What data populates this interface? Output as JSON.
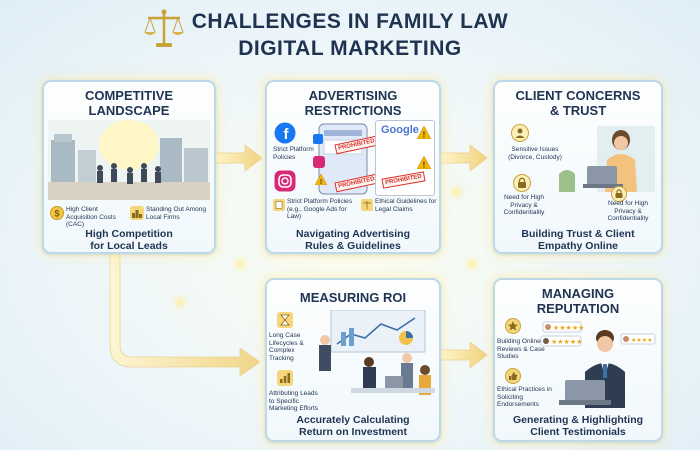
{
  "title": {
    "line1": "CHALLENGES IN FAMILY LAW",
    "line2": "DIGITAL MARKETING"
  },
  "colors": {
    "title": "#1e3350",
    "card_border": "#bcd9ea",
    "arrow": "#f3d68a",
    "facebook": "#1877f2",
    "instagram": "#d62976",
    "google_warning": "#f2b705",
    "prohibited": "#d9322b"
  },
  "cards": [
    {
      "title_line1": "COMPETITIVE",
      "title_line2": "LANDSCAPE",
      "icons": [
        {
          "icon": "dollar-coin-icon",
          "label": "High Client Acquisition Costs (CAC)"
        },
        {
          "icon": "podium-icon",
          "label": "Standing Out Among Local Firms"
        }
      ],
      "caption_line1": "High Competition",
      "caption_line2": "for Local Leads"
    },
    {
      "title_line1": "ADVERTISING",
      "title_line2": "RESTRICTIONS",
      "icons": [
        {
          "icon": "facebook-icon",
          "label": "Strict Platform Policies"
        },
        {
          "icon": "instagram-icon",
          "label": ""
        },
        {
          "icon": "policy-icon",
          "label": "Strict Platform Policies (e.g., Google Ads for Law)"
        },
        {
          "icon": "scale-doc-icon",
          "label": "Ethical Guidelines for Legal Claims"
        }
      ],
      "google": "Google",
      "stamp1": "PROHIBITED",
      "stamp2": "PROHIBITED",
      "stamp3": "PROHIBITED",
      "caption_line1": "Navigating Advertising",
      "caption_line2": "Rules & Guidelines"
    },
    {
      "title_line1": "CLIENT CONCERNS",
      "title_line2": "& TRUST",
      "icons": [
        {
          "icon": "shield-person-icon",
          "label": "Sensitive Issues (Divorce, Custody)"
        },
        {
          "icon": "padlock-icon",
          "label": "Need for High Privacy & Confidentiality"
        },
        {
          "icon": "padlock-icon",
          "label": "Need for High Privacy & Confidentiality"
        }
      ],
      "caption_line1": "Building Trust & Client",
      "caption_line2": "Empathy Online"
    },
    {
      "title_line1": "MEASURING ROI",
      "title_line2": "",
      "icons": [
        {
          "icon": "hourglass-icon",
          "label": "Long Case Lifecycles & Complex Tracking"
        },
        {
          "icon": "bar-chart-icon",
          "label": "Attributing Leads to Specific Marketing Efforts"
        }
      ],
      "caption_line1": "Accurately Calculating",
      "caption_line2": "Return on Investment"
    },
    {
      "title_line1": "MANAGING",
      "title_line2": "REPUTATION",
      "icons": [
        {
          "icon": "star-badge-icon",
          "label": "Building Online Reviews & Case Studies"
        },
        {
          "icon": "thumbs-up-icon",
          "label": "Ethical Practices in Soliciting Endorsements"
        }
      ],
      "caption_line1": "Generating & Highlighting",
      "caption_line2": "Client Testimonials"
    }
  ]
}
